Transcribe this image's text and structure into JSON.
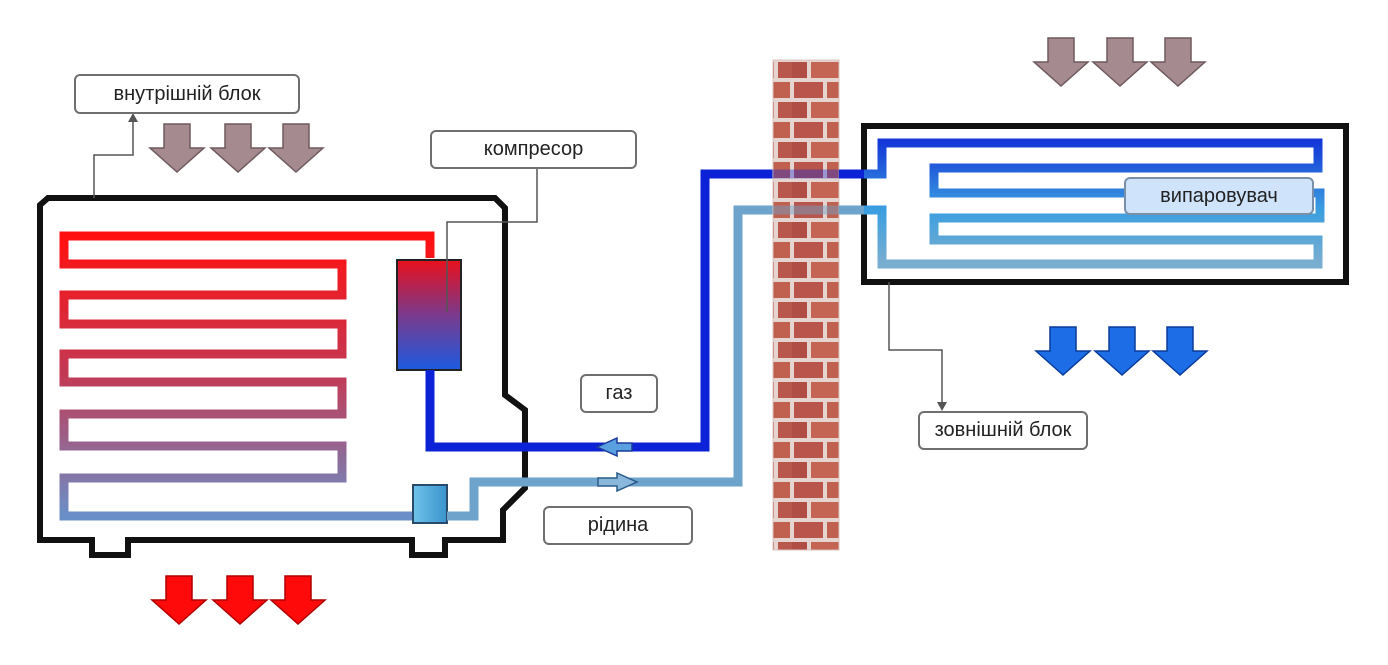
{
  "labels": {
    "indoor_unit": "внутрішній блок",
    "compressor": "компресор",
    "gas": "газ",
    "liquid": "рідина",
    "evaporator": "випаровувач",
    "outdoor_unit": "зовнішній блок"
  },
  "colors": {
    "hot_air_arrow": "#ff0000",
    "neutral_air_arrow": "#a58b90",
    "cold_air_arrow": "#1d6ee6",
    "gas_line": "#0a1fd6",
    "liquid_line": "#6aa3cf",
    "wall_brick": "#b8564a",
    "wall_mortar": "#e8d8d2",
    "unit_outline": "#111111"
  },
  "icons": {
    "air_arrow": "down-arrow-icon",
    "flow_arrow": "flow-direction-arrow-icon"
  }
}
